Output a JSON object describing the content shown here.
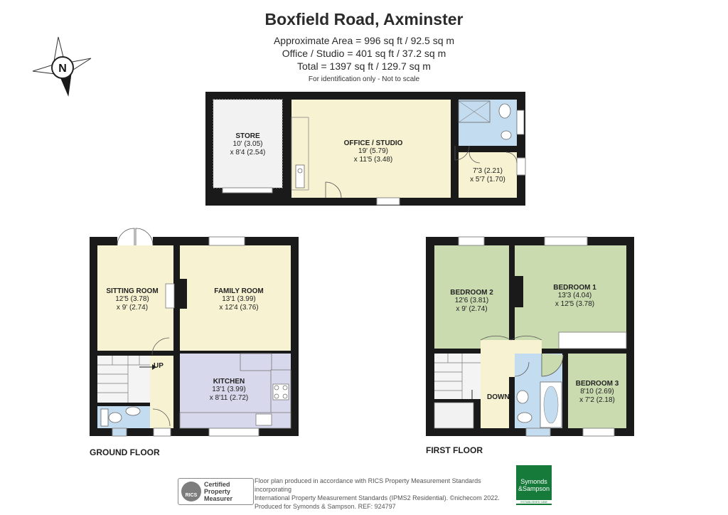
{
  "header": {
    "title": "Boxfield Road, Axminster",
    "area_approx": "Approximate Area = 996 sq ft / 92.5 sq m",
    "area_office": "Office / Studio = 401 sq ft / 37.2 sq m",
    "area_total": "Total = 1397 sq ft / 129.7 sq m",
    "note": "For identification only - Not to scale"
  },
  "compass": {
    "label": "N",
    "icon": "compass-icon"
  },
  "outbuilding": {
    "store": {
      "name": "STORE",
      "dim1": "10' (3.05)",
      "dim2": "x 8'4 (2.54)"
    },
    "office": {
      "name": "OFFICE / STUDIO",
      "dim1": "19' (5.79)",
      "dim2": "x 11'5 (3.48)"
    },
    "lobby": {
      "dim1": "7'3 (2.21)",
      "dim2": "x 5'7 (1.70)"
    }
  },
  "ground_floor": {
    "label": "GROUND FLOOR",
    "sitting_room": {
      "name": "SITTING ROOM",
      "dim1": "12'5 (3.78)",
      "dim2": "x 9' (2.74)"
    },
    "family_room": {
      "name": "FAMILY ROOM",
      "dim1": "13'1 (3.99)",
      "dim2": "x 12'4 (3.76)"
    },
    "kitchen": {
      "name": "KITCHEN",
      "dim1": "13'1 (3.99)",
      "dim2": "x 8'11 (2.72)"
    },
    "stairs_label": "UP"
  },
  "first_floor": {
    "label": "FIRST FLOOR",
    "bedroom2": {
      "name": "BEDROOM 2",
      "dim1": "12'6 (3.81)",
      "dim2": "x 9' (2.74)"
    },
    "bedroom1": {
      "name": "BEDROOM 1",
      "dim1": "13'3 (4.04)",
      "dim2": "x 12'5 (3.78)"
    },
    "bedroom3": {
      "name": "BEDROOM 3",
      "dim1": "8'10 (2.69)",
      "dim2": "x 7'2 (2.18)"
    },
    "stairs_label": "DOWN"
  },
  "footer": {
    "line1": "Floor plan produced in accordance with RICS Property Measurement Standards incorporating",
    "line2": "International Property Measurement Standards (IPMS2 Residential).  ©nichecom 2022.",
    "line3": "Produced for Symonds & Sampson.   REF:  924797",
    "rics_badge": {
      "org": "RICS",
      "line1": "Certified",
      "line2": "Property",
      "line3": "Measurer"
    },
    "agent_logo": {
      "line1": "Symonds",
      "line2": "&Sampson",
      "established": "ESTABLISHED 1858"
    }
  },
  "colors": {
    "wall": "#1a1a1a",
    "cream_room": "#f7f3d2",
    "green_room": "#cadbb0",
    "kitchen": "#d8d8ec",
    "bathroom": "#c4dcef",
    "store": "#f2f2f2",
    "stairs": "#f4f4f4",
    "brand_green": "#157a3a"
  }
}
